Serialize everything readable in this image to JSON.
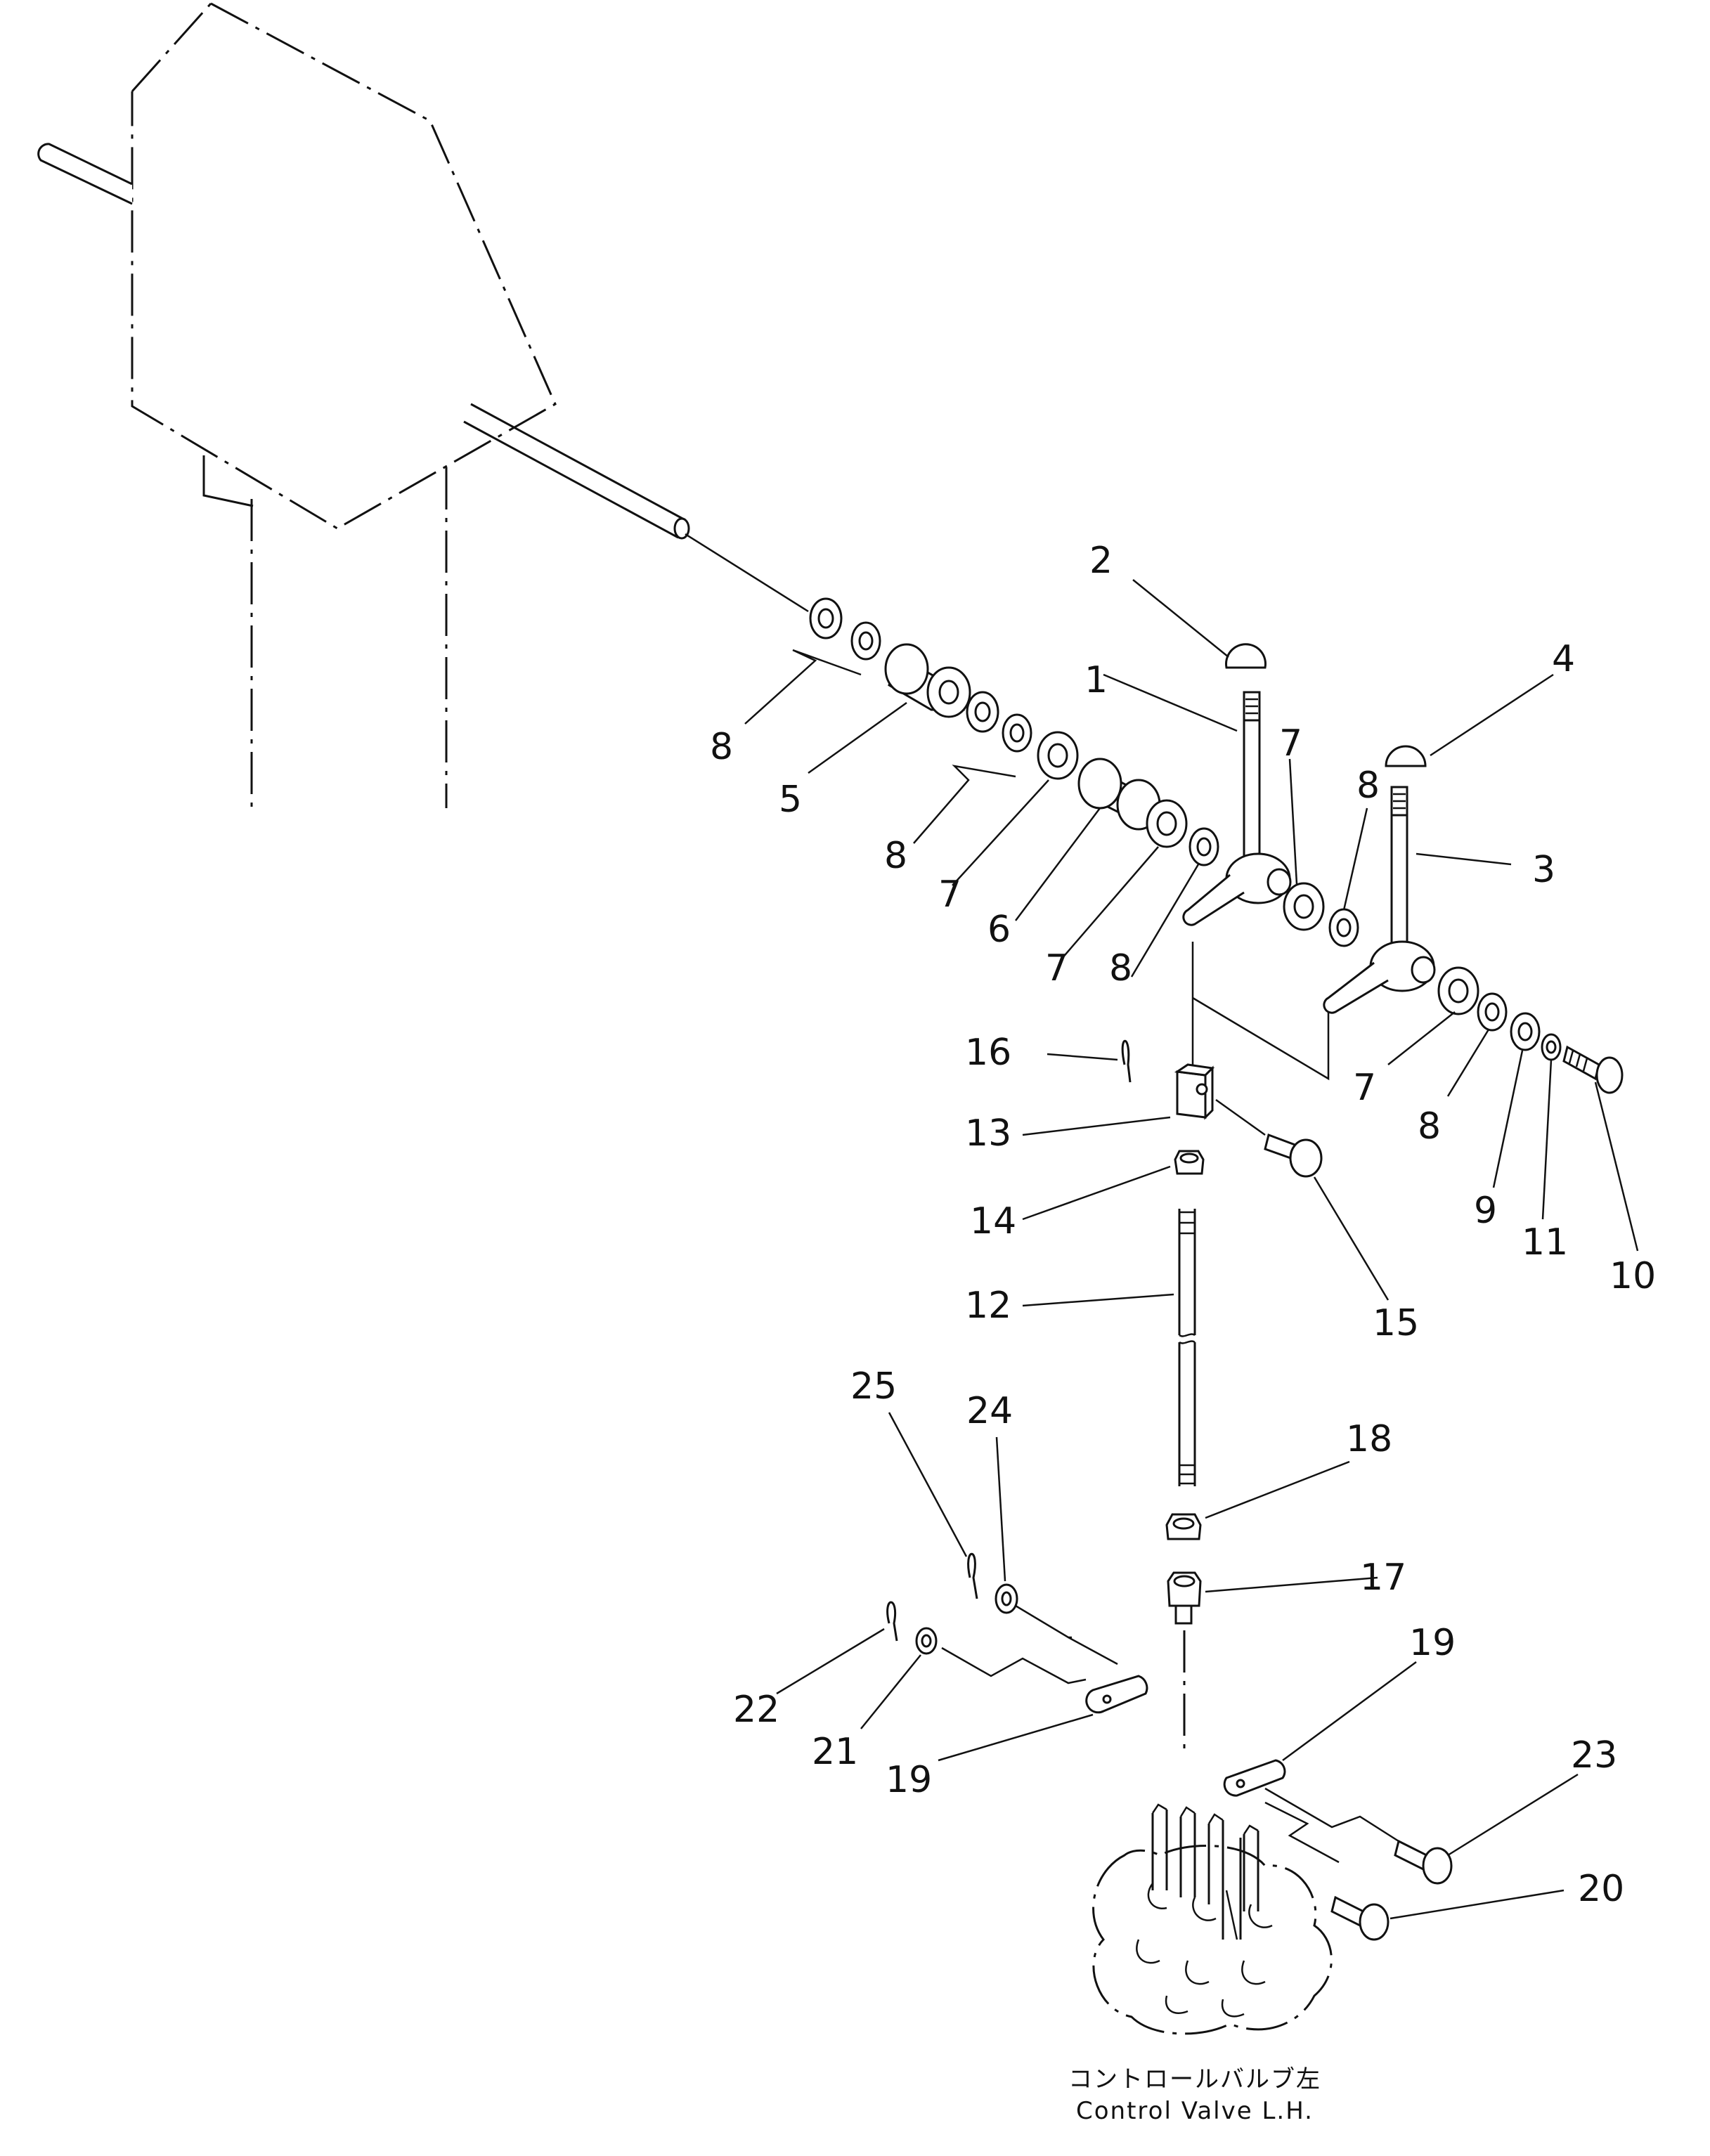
{
  "callouts": [
    "1",
    "2",
    "3",
    "4",
    "5",
    "6",
    "7",
    "8",
    "9",
    "10",
    "11",
    "12",
    "13",
    "14",
    "15",
    "16",
    "17",
    "18",
    "19",
    "20",
    "21",
    "22",
    "23",
    "24",
    "25"
  ],
  "caption": {
    "jp": "コントロールバルブ左",
    "en": "Control Valve L.H."
  }
}
